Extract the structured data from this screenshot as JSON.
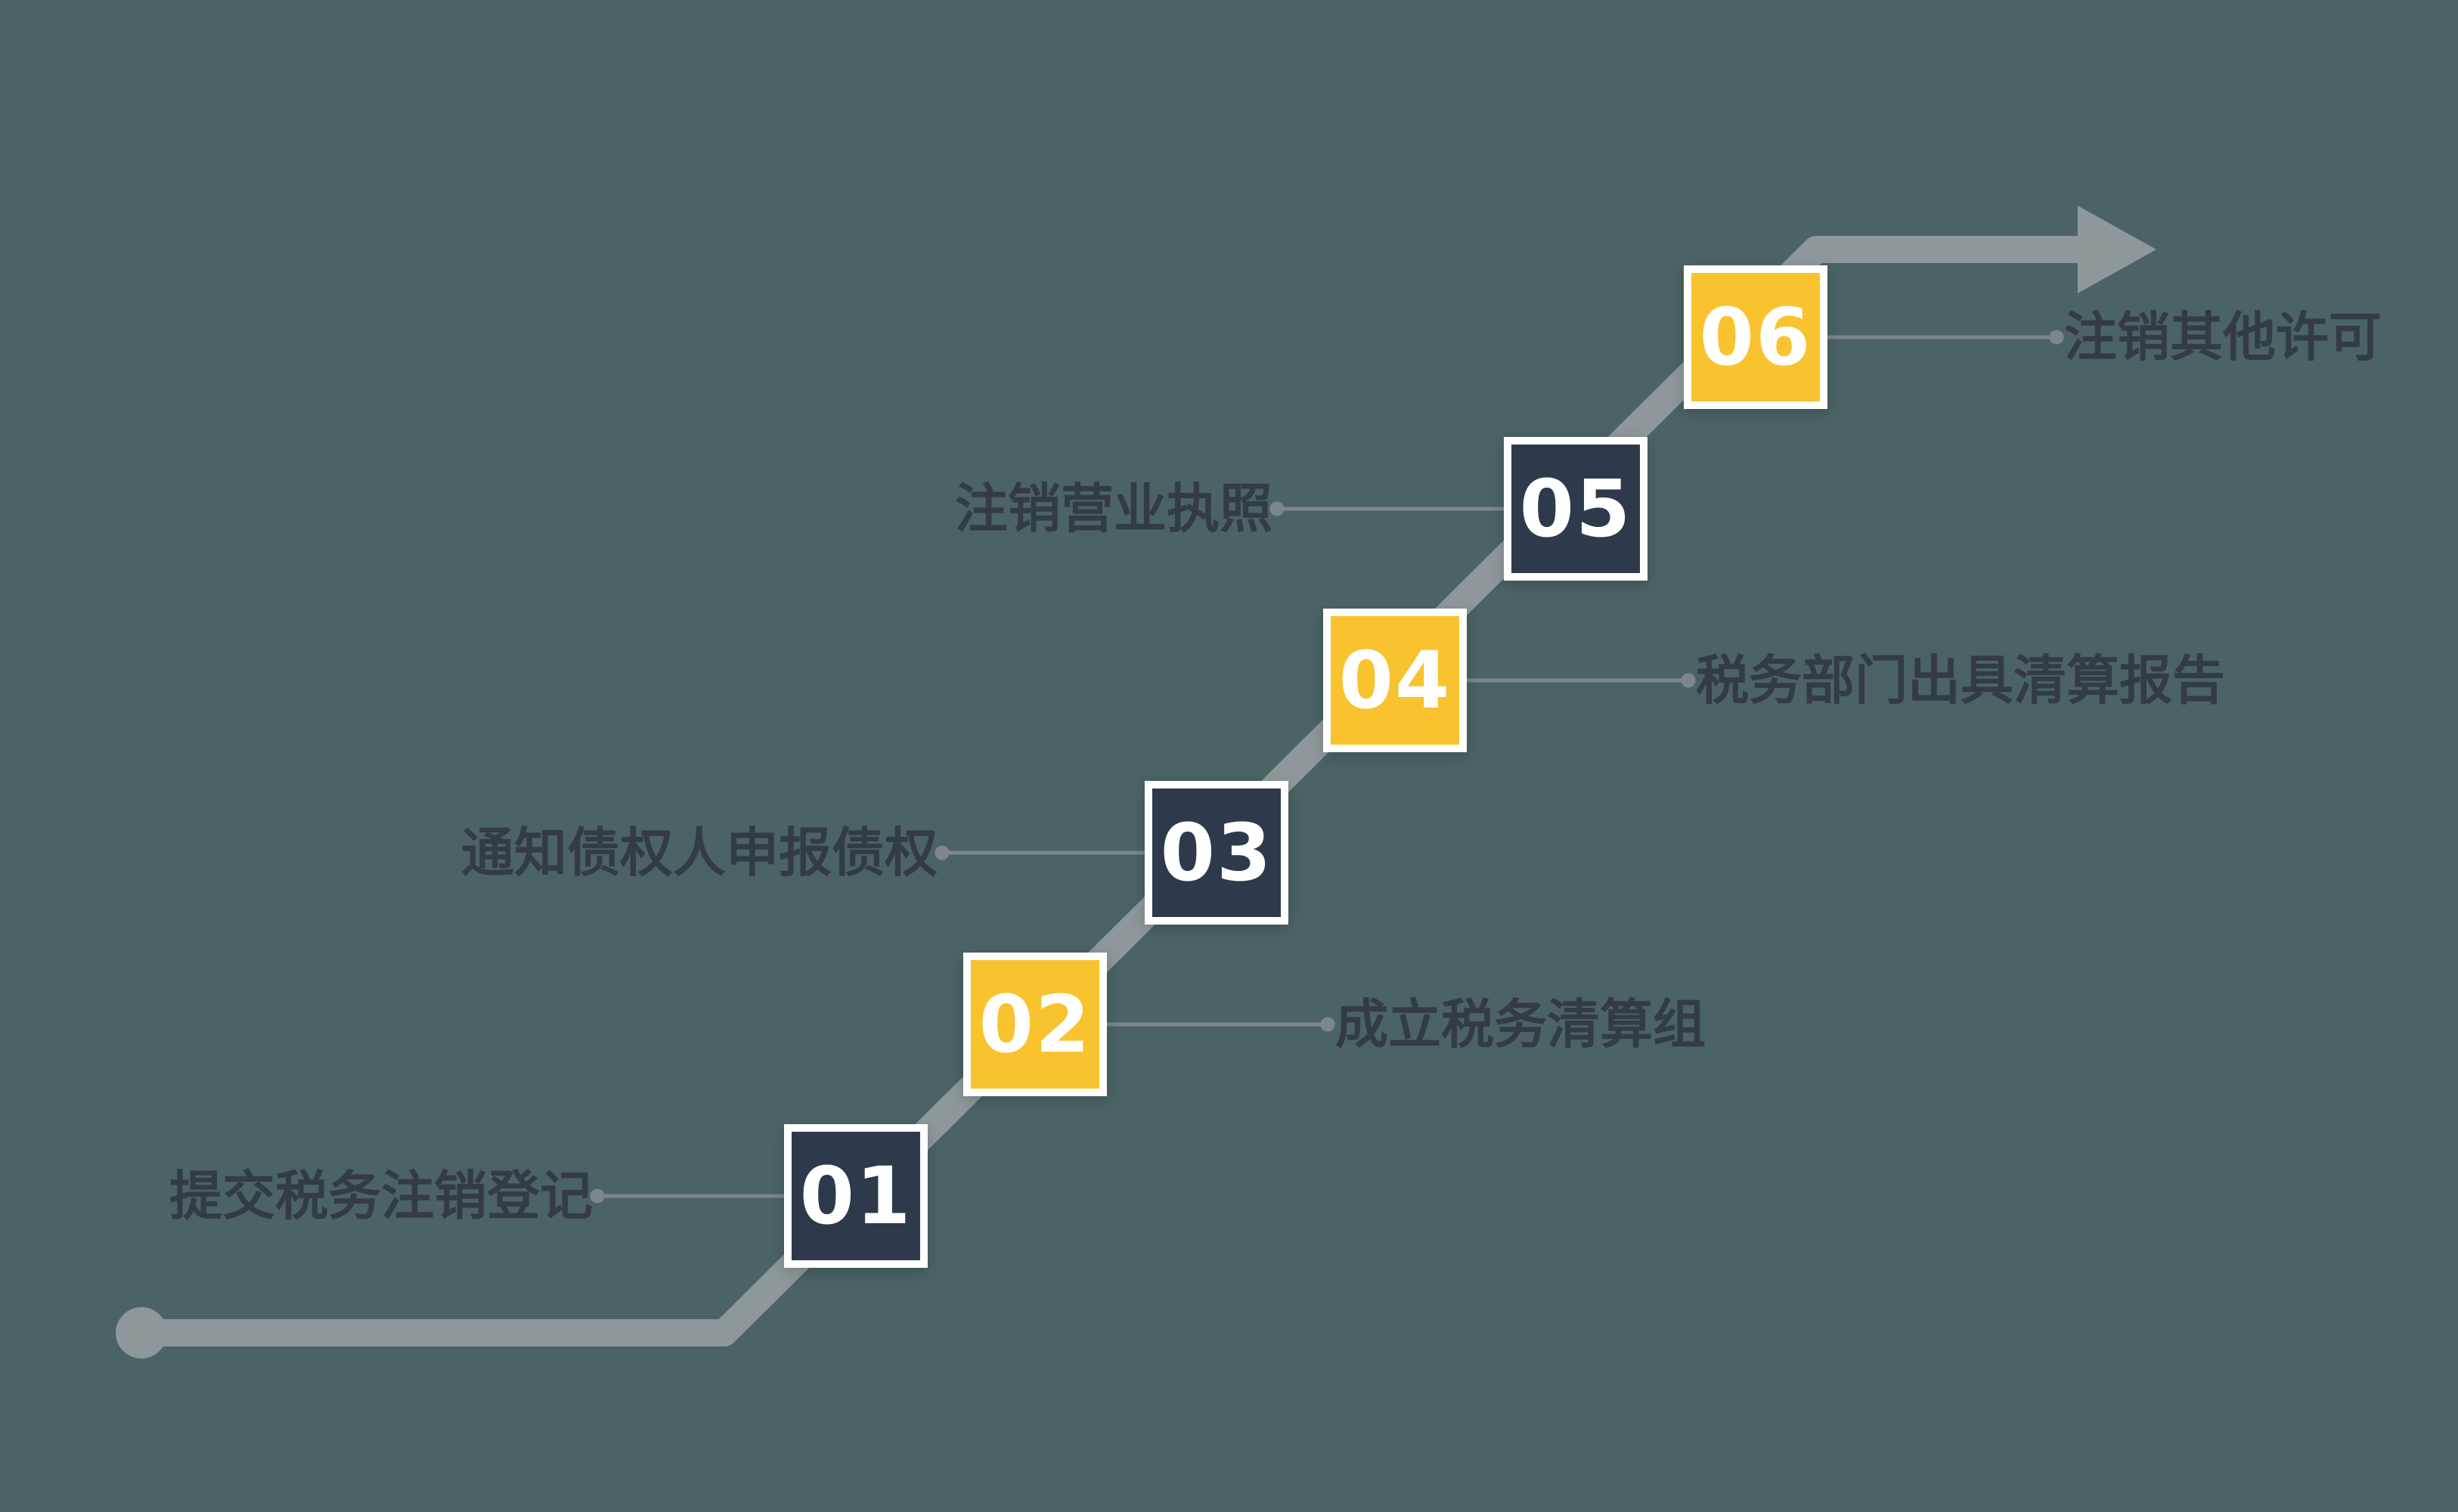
{
  "diagram": {
    "type": "step-flow",
    "direction": "bottom-left-to-top-right",
    "steps": [
      {
        "number": "01",
        "label": "提交税务注销登记",
        "variant": "dark",
        "label_side": "left"
      },
      {
        "number": "02",
        "label": "成立税务清算组",
        "variant": "yellow",
        "label_side": "right"
      },
      {
        "number": "03",
        "label": "通知债权人申报债权",
        "variant": "dark",
        "label_side": "left"
      },
      {
        "number": "04",
        "label": "税务部门出具清算报告",
        "variant": "yellow",
        "label_side": "right"
      },
      {
        "number": "05",
        "label": "注销营业执照",
        "variant": "dark",
        "label_side": "left"
      },
      {
        "number": "06",
        "label": "注销其他许可",
        "variant": "yellow",
        "label_side": "right"
      }
    ],
    "colors": {
      "background": "#4b6365",
      "dark_square": "#2e3a4b",
      "yellow_square": "#f8c32e",
      "square_border": "#ffffff",
      "flow_line": "#8e989a",
      "connector_line": "#7d878a",
      "label_text": "#333b47",
      "number_text": "#ffffff"
    },
    "icons": {
      "start": "circle-dot",
      "end": "arrow-right"
    }
  }
}
